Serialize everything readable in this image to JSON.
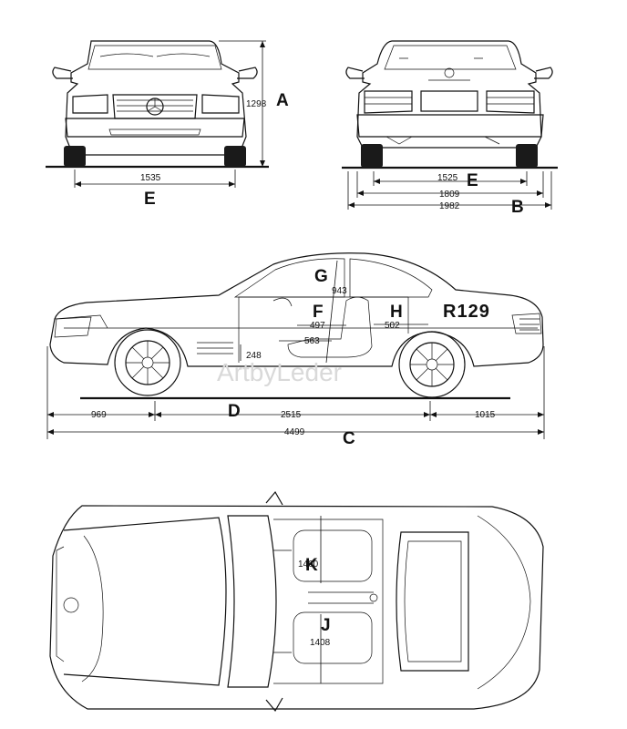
{
  "blueprint": {
    "model": "R129",
    "watermark": "ArtbyLeder",
    "front_view": {
      "height_value": "1298",
      "height_letter": "A",
      "track_value": "1535",
      "track_letter": "E"
    },
    "rear_view": {
      "track_value": "1525",
      "track_letter": "E",
      "width_mirrors_value": "1809",
      "width_value": "1982",
      "width_letter": "B"
    },
    "side_view": {
      "letters": {
        "g": "G",
        "f": "F",
        "h": "H",
        "d": "D",
        "c": "C"
      },
      "dims": {
        "headroom": "943",
        "f_val": "497",
        "h_val": "502",
        "seat": "563",
        "seat_height": "248",
        "front_overhang": "969",
        "wheelbase": "2515",
        "rear_overhang": "1015",
        "length": "4499"
      }
    },
    "top_view": {
      "letters": {
        "k": "K",
        "j": "J"
      },
      "dims": {
        "k_val": "1400",
        "j_val": "1408"
      }
    }
  }
}
